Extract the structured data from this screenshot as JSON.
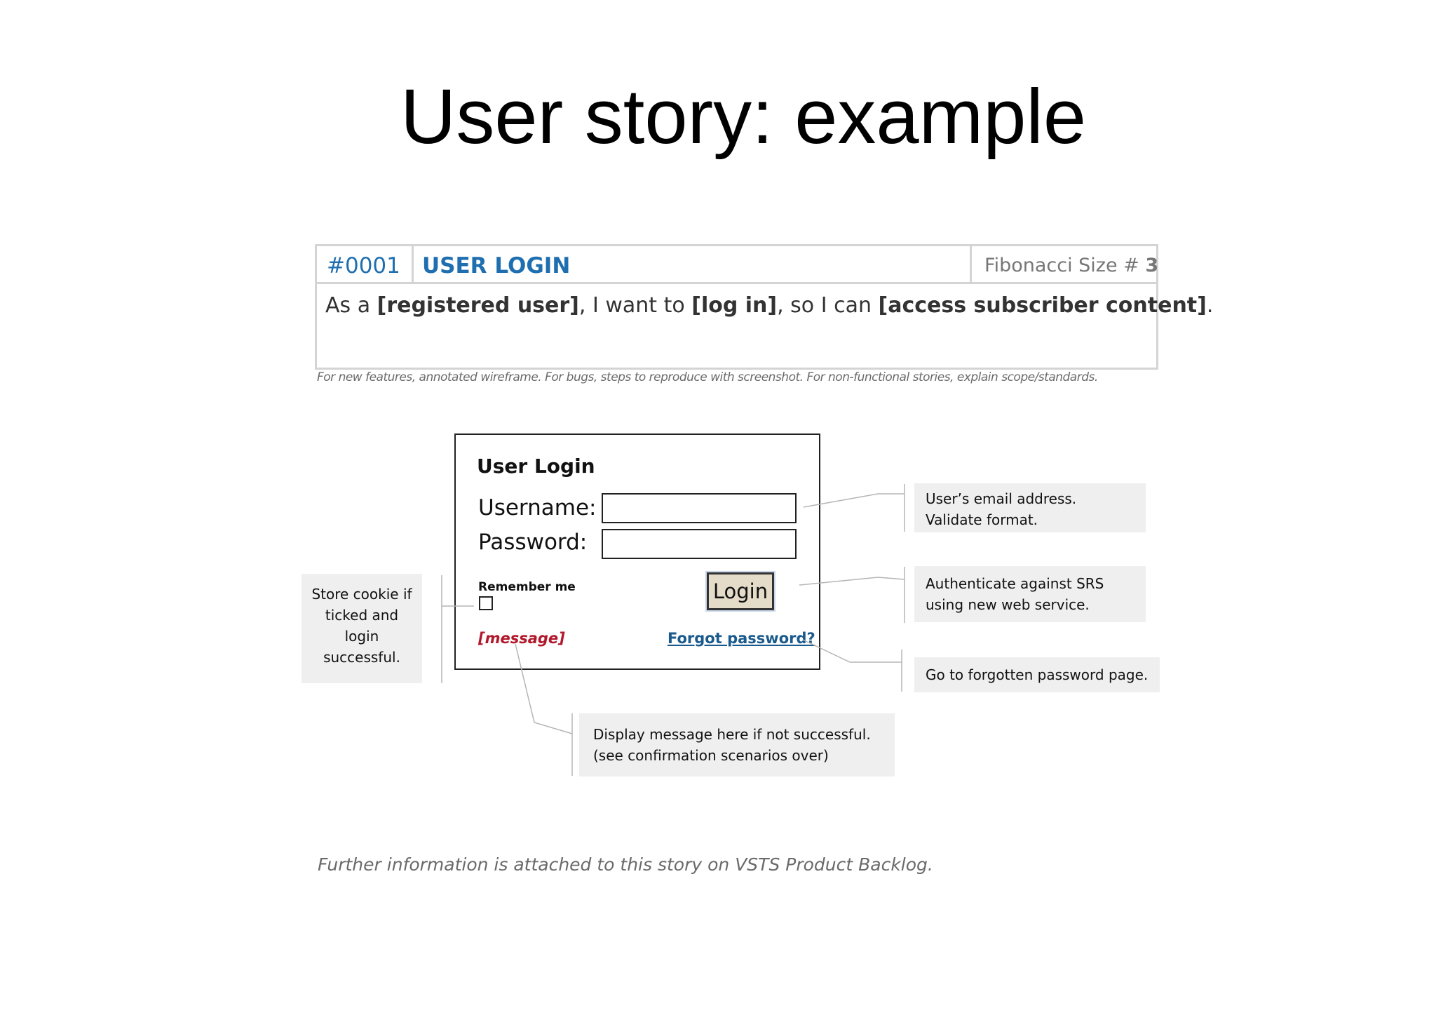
{
  "title": "User story: example",
  "story": {
    "id": "#0001",
    "name": "USER LOGIN",
    "size_label": "Fibonacci Size #",
    "size_value": "3",
    "sentence": {
      "p1": "As a ",
      "role": "[registered user]",
      "p2": ", I want to ",
      "action": "[log in]",
      "p3": ", so I can ",
      "benefit": "[access subscriber content]",
      "p4": "."
    },
    "instructions": "For new features, annotated wireframe.  For bugs, steps to reproduce with screenshot.  For non-functional stories, explain scope/standards."
  },
  "wireframe": {
    "title": "User Login",
    "username_label": "Username:",
    "password_label": "Password:",
    "username_value": "",
    "password_value": "",
    "remember_label": "Remember me",
    "login_button": "Login",
    "message": "[message]",
    "forgot_link": "Forgot password?"
  },
  "annotations": {
    "email": {
      "line1": "User’s email address.",
      "line2": "Validate format."
    },
    "auth": {
      "line1": "Authenticate against SRS",
      "line2": "using new web service."
    },
    "forgot": {
      "line1": "Go to forgotten password page."
    },
    "message": {
      "line1": "Display message here if not successful.",
      "line2": "(see confirmation scenarios over)"
    },
    "cookie": {
      "line1": "Store cookie if",
      "line2": "ticked and",
      "line3": "login",
      "line4": "successful."
    }
  },
  "footer": "Further information is attached to this story on VSTS Product Backlog.",
  "colors": {
    "accent_blue": "#1f6fb0",
    "link_blue": "#1a5a8c",
    "message_red": "#b2182b",
    "button_fill": "#e4dcc8",
    "note_fill": "#efefef"
  }
}
